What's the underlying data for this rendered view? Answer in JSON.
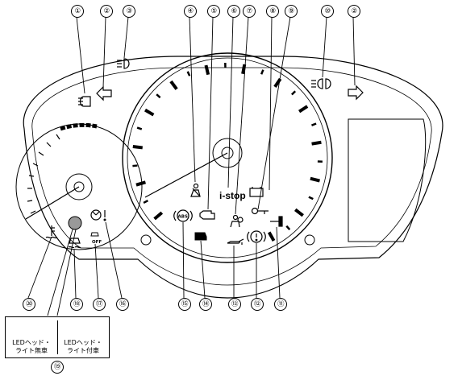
{
  "callouts": [
    "①",
    "②",
    "③",
    "④",
    "⑤",
    "⑥",
    "⑦",
    "⑧",
    "⑨",
    "⑩",
    "②",
    "⑪",
    "⑫",
    "⑬",
    "⑭",
    "⑮",
    "⑯",
    "⑰",
    "⑱",
    "⑲",
    "⑳"
  ],
  "indicators": {
    "istop": "i-stop",
    "abs": "ABS",
    "off": "OFF"
  },
  "legend": {
    "left_line1": "LEDヘッド・",
    "left_line2": "ライト無車",
    "right_line1": "LEDヘッド・",
    "right_line2": "ライト付車"
  },
  "colors": {
    "line": "#000000",
    "bulb": "#999999"
  }
}
